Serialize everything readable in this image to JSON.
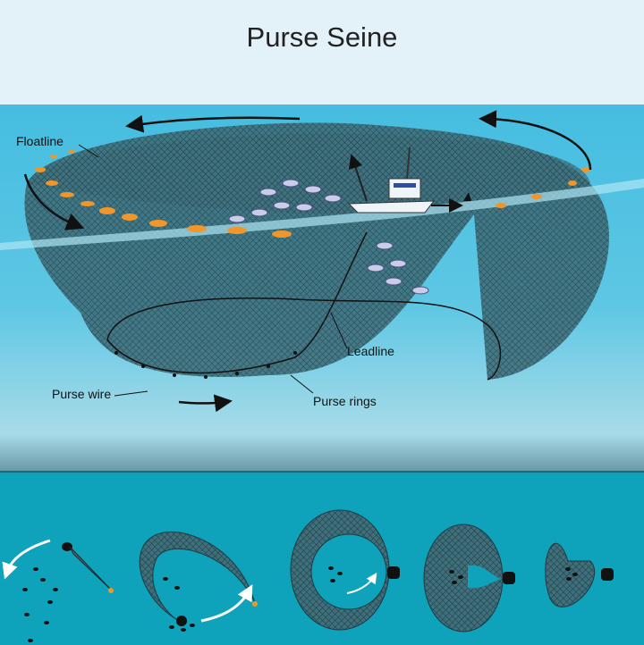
{
  "title": "Purse Seine",
  "labels": {
    "floatline": "Floatline",
    "leadline": "Leadline",
    "purse_wire": "Purse wire",
    "purse_rings": "Purse rings"
  },
  "colors": {
    "title_band": "#e2f2f8",
    "water": "#5ec7e4",
    "steps_panel": "#0ea2bb",
    "floats": "#f0962a",
    "net": "#2f5560"
  }
}
